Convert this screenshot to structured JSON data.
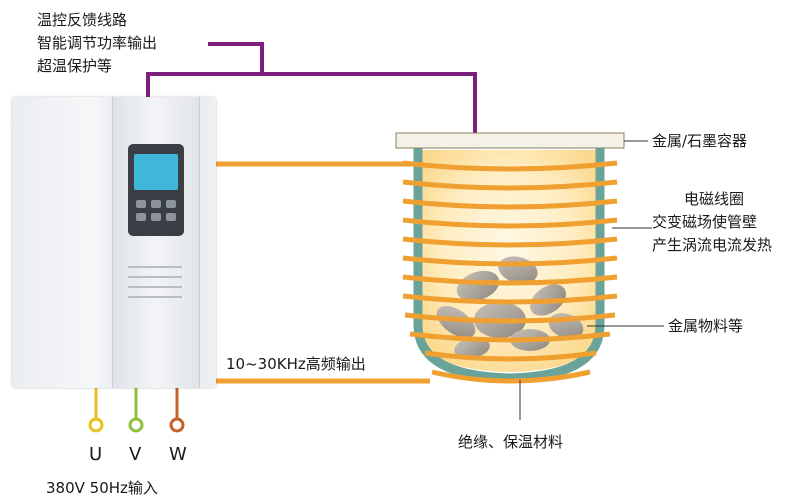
{
  "labels": {
    "control_line_1": "温控反馈线路",
    "control_line_2": "智能调节功率输出",
    "control_line_3": "超温保护等",
    "container": "金属/石墨容器",
    "coil_1": "电磁线圈",
    "coil_2": "交变磁场使管壁",
    "coil_3": "产生涡流电流发热",
    "material": "金属物料等",
    "insulation": "绝缘、保温材料",
    "frequency_output": "10~30KHz高频输出",
    "input": "380V  50Hz输入"
  },
  "terminals": [
    "U",
    "V",
    "W"
  ],
  "colors": {
    "coil": "#f0a030",
    "feedback_line": "#7b1f7e",
    "crucible_wall": "#6aa39a",
    "terminal_u": "#e6c21c",
    "terminal_v": "#8fc23a",
    "terminal_w": "#c4622a",
    "glow": "#ffe9b8"
  }
}
